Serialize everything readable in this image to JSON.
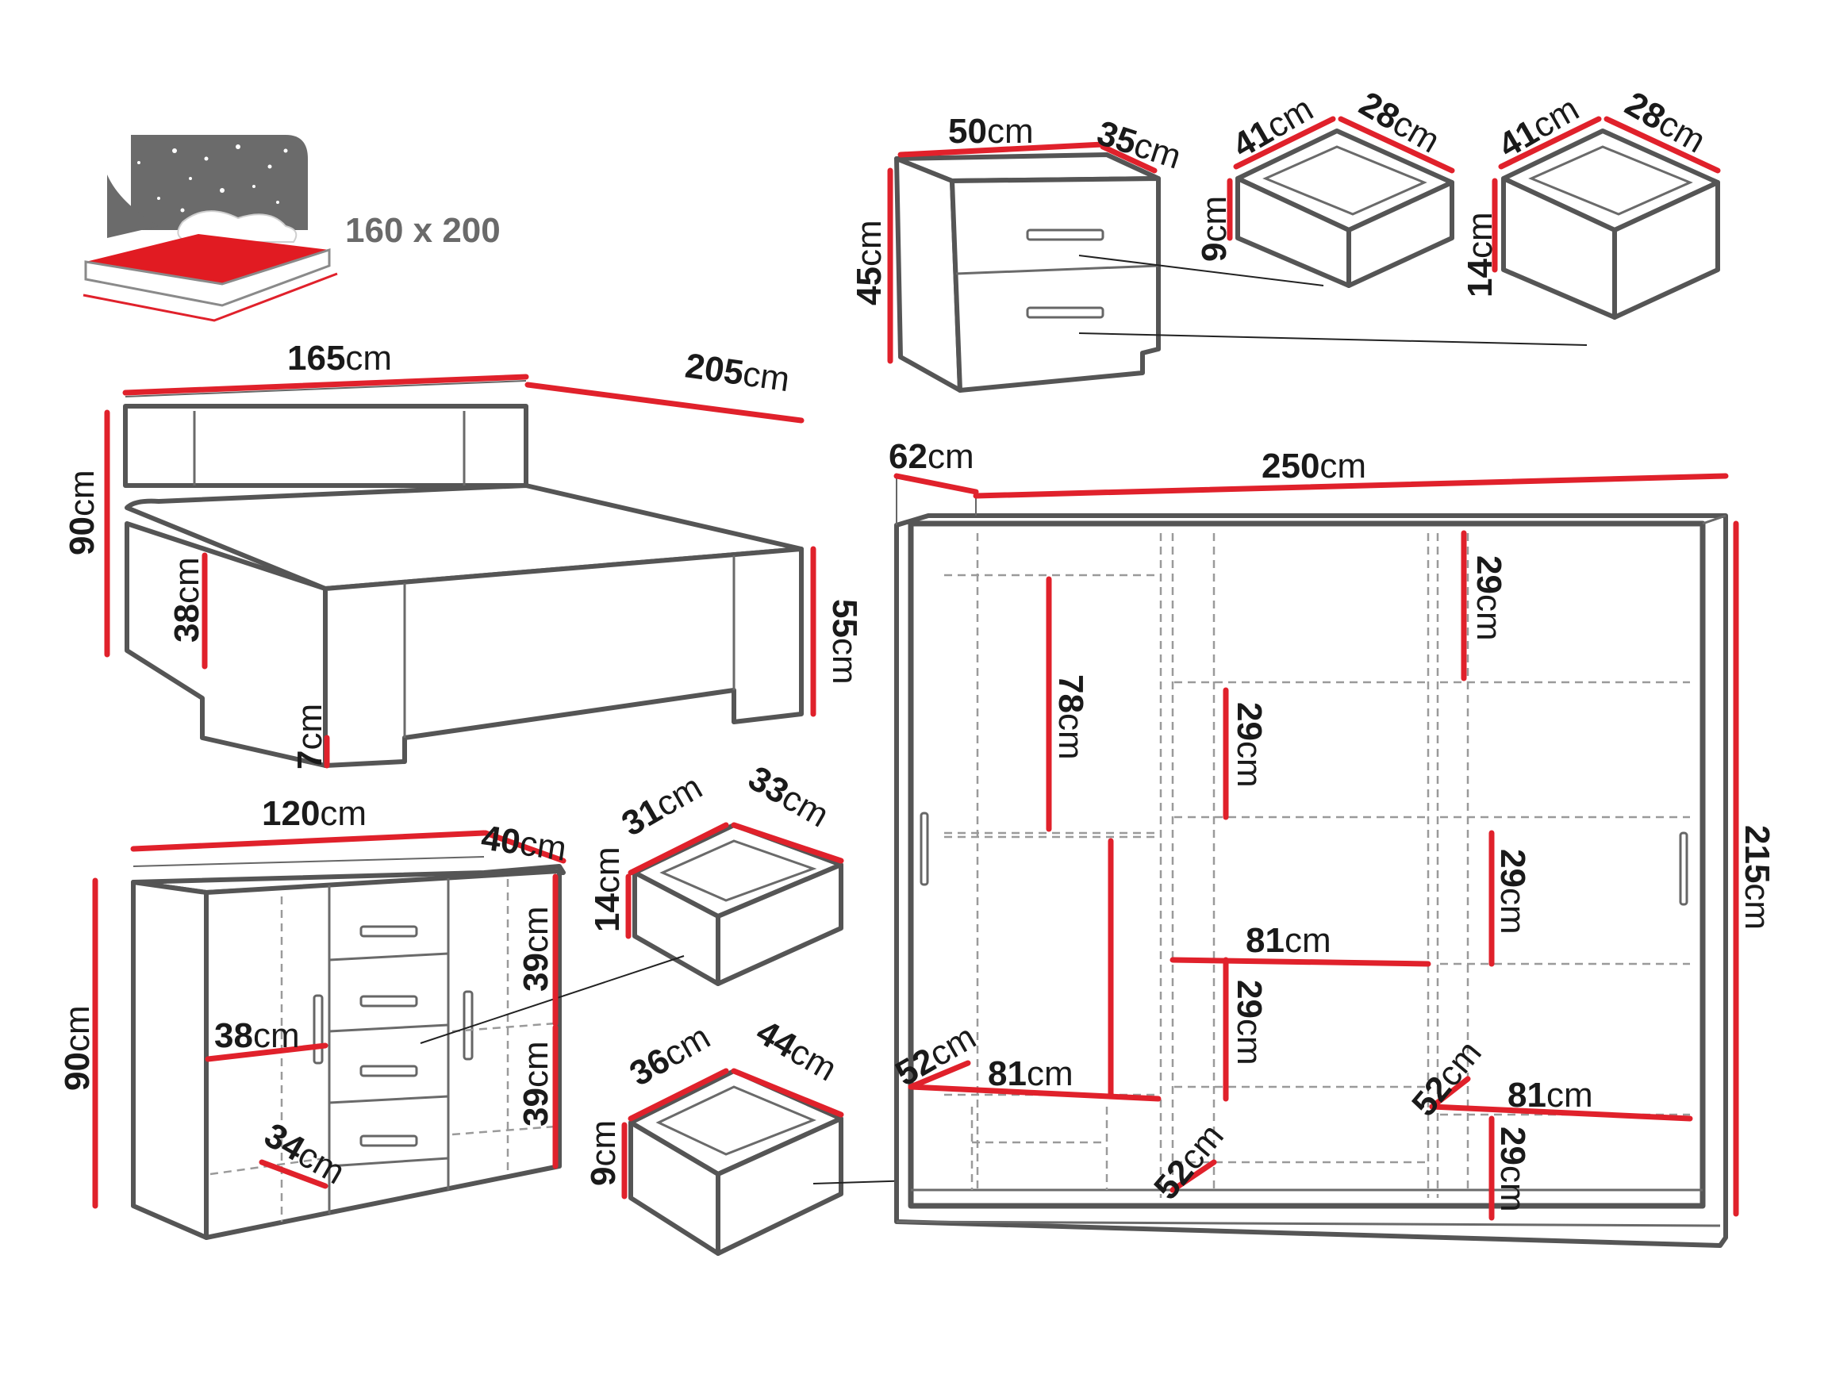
{
  "colors": {
    "dimension_line": "#e0212b",
    "outline": "#555555",
    "mattress_top": "#e11b22",
    "headboard_dark": "#6b6b6b"
  },
  "mattress": {
    "size_label": "160 x 200",
    "icon": "bed-mattress-icon"
  },
  "unit": "cm",
  "bed": {
    "width": "165",
    "length": "205",
    "height": "90",
    "frame_height": "55",
    "side_height": "38",
    "leg_height": "7"
  },
  "nightstand": {
    "width": "50",
    "depth": "35",
    "height": "45"
  },
  "nightstand_drawer_top": {
    "width": "41",
    "depth": "28",
    "height": "9"
  },
  "nightstand_drawer_bottom": {
    "width": "41",
    "depth": "28",
    "height": "14"
  },
  "dresser": {
    "width": "120",
    "depth": "40",
    "height": "90",
    "shelf_width": "38",
    "shelf_depth": "34",
    "upper_height": "39",
    "lower_height": "39"
  },
  "dresser_drawer_small": {
    "width": "31",
    "depth": "33",
    "height": "14"
  },
  "dresser_drawer_large": {
    "width": "36",
    "depth": "44",
    "height": "9"
  },
  "wardrobe": {
    "depth": "62",
    "width": "250",
    "height": "215",
    "left_hanging_height": "78",
    "left_depth": "52",
    "left_width": "81",
    "middle_shelf_height_1": "29",
    "middle_shelf_height_2": "29",
    "middle_width": "81",
    "middle_depth": "52",
    "right_shelf_height_1": "29",
    "right_shelf_height_2": "29",
    "right_shelf_height_3": "29",
    "right_depth": "52",
    "right_width": "81"
  }
}
